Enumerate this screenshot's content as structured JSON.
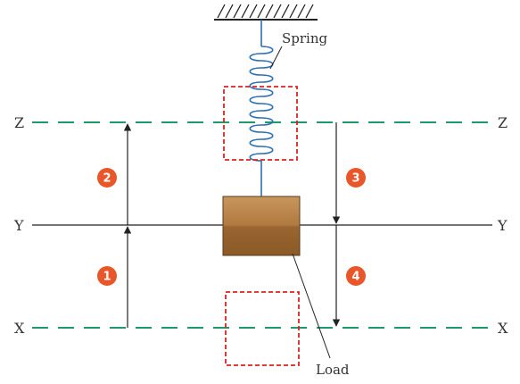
{
  "labels": {
    "spring": "Spring",
    "load": "Load",
    "z_left": "Z",
    "z_right": "Z",
    "y_left": "Y",
    "y_right": "Y",
    "x_left": "X",
    "x_right": "X"
  },
  "markers": [
    "1",
    "2",
    "3",
    "4"
  ],
  "colors": {
    "dashed_line": "#1e9a6b",
    "spring": "#2e6fb3",
    "dashed_box": "#e02020",
    "marker": "#e8562a",
    "load_top": "#c8965e",
    "load_bottom": "#8a5a28",
    "axis": "#222222"
  },
  "icons": {
    "ceiling": "hatched-ceiling-icon",
    "spring": "coil-spring-icon"
  }
}
